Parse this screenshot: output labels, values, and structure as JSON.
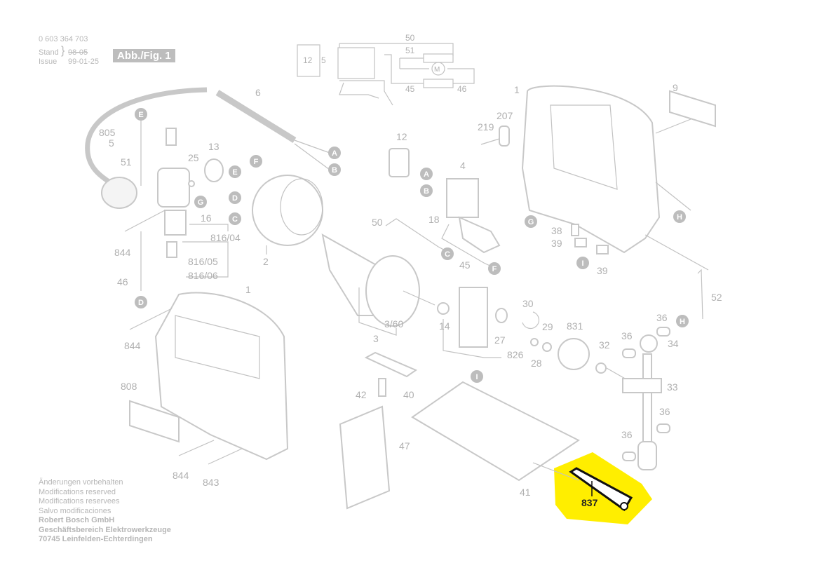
{
  "header": {
    "part_number": "0 603 364 703",
    "stand_label": "Stand",
    "stand_value": "98-05",
    "issue_label": "Issue",
    "issue_value": "99-01-25",
    "figure_label": "Abb./Fig. 1"
  },
  "footer": {
    "lines": [
      "Änderungen vorbehalten",
      "Modifications reserved",
      "Modifications reservees",
      "Salvo modificaciones"
    ],
    "company": "Robert Bosch GmbH",
    "division": "Geschäftsbereich Elektrowerkzeuge",
    "address": "70745 Leinfelden-Echterdingen"
  },
  "wiring_diagram": {
    "labels": [
      "12",
      "5",
      "50",
      "51",
      "45",
      "46"
    ],
    "motor_symbol": "M"
  },
  "highlight": {
    "part": "837",
    "color": "#ffee00"
  },
  "parts": [
    {
      "id": "p6",
      "label": "6"
    },
    {
      "id": "p805",
      "label": "805"
    },
    {
      "id": "p5",
      "label": "5"
    },
    {
      "id": "p51",
      "label": "51"
    },
    {
      "id": "p25",
      "label": "25"
    },
    {
      "id": "p13",
      "label": "13"
    },
    {
      "id": "p16",
      "label": "16"
    },
    {
      "id": "p816_04",
      "label": "816/04"
    },
    {
      "id": "p816_05",
      "label": "816/05"
    },
    {
      "id": "p816_06",
      "label": "816/06"
    },
    {
      "id": "p844a",
      "label": "844"
    },
    {
      "id": "p46",
      "label": "46"
    },
    {
      "id": "p2",
      "label": "2"
    },
    {
      "id": "p12",
      "label": "12"
    },
    {
      "id": "p4",
      "label": "4"
    },
    {
      "id": "p18",
      "label": "18"
    },
    {
      "id": "p50",
      "label": "50"
    },
    {
      "id": "p45",
      "label": "45"
    },
    {
      "id": "p219",
      "label": "219"
    },
    {
      "id": "p207",
      "label": "207"
    },
    {
      "id": "p1a",
      "label": "1"
    },
    {
      "id": "p9",
      "label": "9"
    },
    {
      "id": "p38",
      "label": "38"
    },
    {
      "id": "p39a",
      "label": "39"
    },
    {
      "id": "p39b",
      "label": "39"
    },
    {
      "id": "p52",
      "label": "52"
    },
    {
      "id": "p3_60",
      "label": "3/60"
    },
    {
      "id": "p3",
      "label": "3"
    },
    {
      "id": "p14",
      "label": "14"
    },
    {
      "id": "p27",
      "label": "27"
    },
    {
      "id": "p30",
      "label": "30"
    },
    {
      "id": "p826",
      "label": "826"
    },
    {
      "id": "p29",
      "label": "29"
    },
    {
      "id": "p28",
      "label": "28"
    },
    {
      "id": "p831",
      "label": "831"
    },
    {
      "id": "p32",
      "label": "32"
    },
    {
      "id": "p36a",
      "label": "36"
    },
    {
      "id": "p36b",
      "label": "36"
    },
    {
      "id": "p34",
      "label": "34"
    },
    {
      "id": "p33",
      "label": "33"
    },
    {
      "id": "p36c",
      "label": "36"
    },
    {
      "id": "p36d",
      "label": "36"
    },
    {
      "id": "p1b",
      "label": "1"
    },
    {
      "id": "p844b",
      "label": "844"
    },
    {
      "id": "p808",
      "label": "808"
    },
    {
      "id": "p844c",
      "label": "844"
    },
    {
      "id": "p843",
      "label": "843"
    },
    {
      "id": "p42",
      "label": "42"
    },
    {
      "id": "p40",
      "label": "40"
    },
    {
      "id": "p47",
      "label": "47"
    },
    {
      "id": "p41",
      "label": "41"
    }
  ],
  "connectors": {
    "A1": "A",
    "B1": "B",
    "E1": "E",
    "E2": "E",
    "F1": "F",
    "D1": "D",
    "D2": "D",
    "C1": "C",
    "G1": "G",
    "A2": "A",
    "B2": "B",
    "C2": "C",
    "F2": "F",
    "G2": "G",
    "H1": "H",
    "H2": "H",
    "I1": "I",
    "I2": "I"
  }
}
